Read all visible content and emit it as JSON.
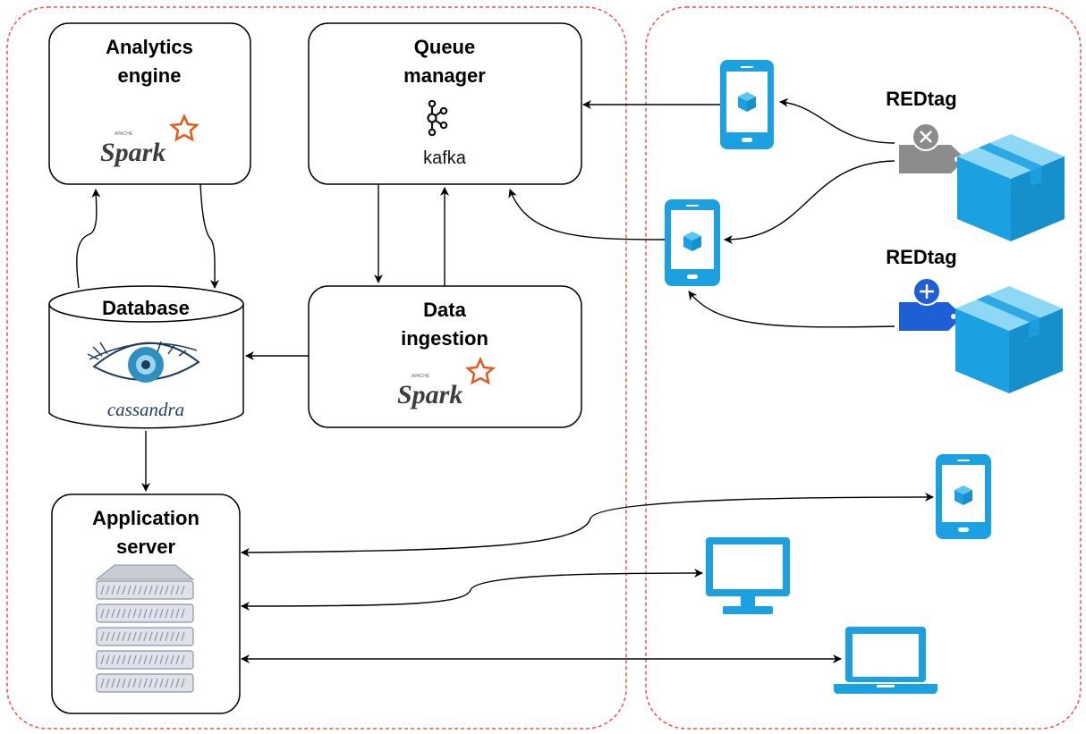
{
  "nodes": {
    "analytics": {
      "line1": "Analytics",
      "line2": "engine",
      "logo_text": "Spark",
      "logo_small": "APACHE"
    },
    "queue": {
      "line1": "Queue",
      "line2": "manager",
      "logo_text": "kafka"
    },
    "database": {
      "line1": "Database",
      "logo_text": "cassandra"
    },
    "ingestion": {
      "line1": "Data",
      "line2": "ingestion",
      "logo_text": "Spark",
      "logo_small": "APACHE"
    },
    "appserver": {
      "line1": "Application",
      "line2": "server"
    }
  },
  "devices": {
    "tag1": {
      "label": "REDtag",
      "icon": "tag-remove-icon",
      "color": "#8c8c8c"
    },
    "tag2": {
      "label": "REDtag",
      "icon": "tag-add-icon",
      "color": "#1f5fd6"
    }
  },
  "colors": {
    "accent": "#1ba1e2",
    "zone_border": "#f0504f"
  }
}
